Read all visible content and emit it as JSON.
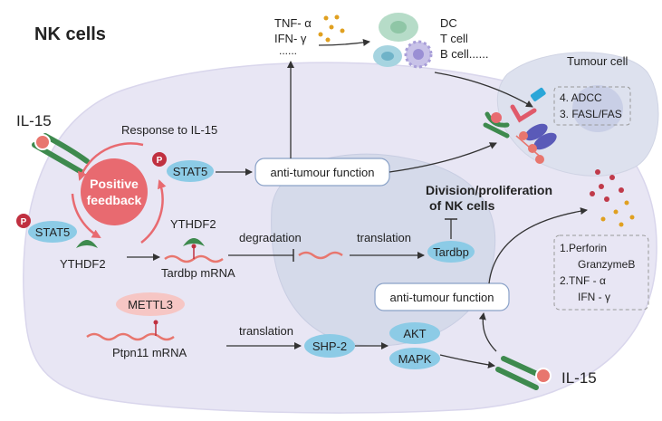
{
  "title": "NK cells",
  "tumour_cell": "Tumour cell",
  "cytokines_top": {
    "line1": "TNF- α",
    "line2": "IFN- γ",
    "ellipsis": "......"
  },
  "immune_cells": {
    "line1": "DC",
    "line2": "T cell",
    "line3": "B  cell......"
  },
  "il15_left": "IL-15",
  "il15_right": "IL-15",
  "response": "Response to IL-15",
  "positive_feedback": {
    "line1": "Positive",
    "line2": "feedback"
  },
  "phospho": "P",
  "stat5": "STAT5",
  "anti_tumour_1": "anti-tumour  function",
  "anti_tumour_2": "anti-tumour  function",
  "division": {
    "line1": "Division/proliferation",
    "line2": "of NK cells"
  },
  "ythdf2_left": "YTHDF2",
  "ythdf2_mid": "YTHDF2",
  "tardbp_mrna": "Tardbp  mRNA",
  "degradation": "degradation",
  "translation_1": "translation",
  "translation_2": "translation",
  "tardbp": "Tardbp",
  "mettl3": "METTL3",
  "ptpn11_mrna": "Ptpn11  mRNA",
  "shp2": "SHP-2",
  "akt": "AKT",
  "mapk": "MAPK",
  "mechanisms_box": {
    "item1": "4. ADCC",
    "item2": "3. FASL/FAS"
  },
  "secreted_box": {
    "item1": "1.Perforin",
    "item2": "GranzymeB",
    "item3": "2.TNF - α",
    "item4": "IFN - γ"
  },
  "colors": {
    "cell_fill": "#e8e6f4",
    "nucleus_fill": "#d5daea",
    "pill_blue": "#8ccbe6",
    "feedback_red": "#e86a70",
    "arrow_dark": "#333333",
    "mrna_red": "#e8766e",
    "receptor_green": "#3e8a4e"
  }
}
